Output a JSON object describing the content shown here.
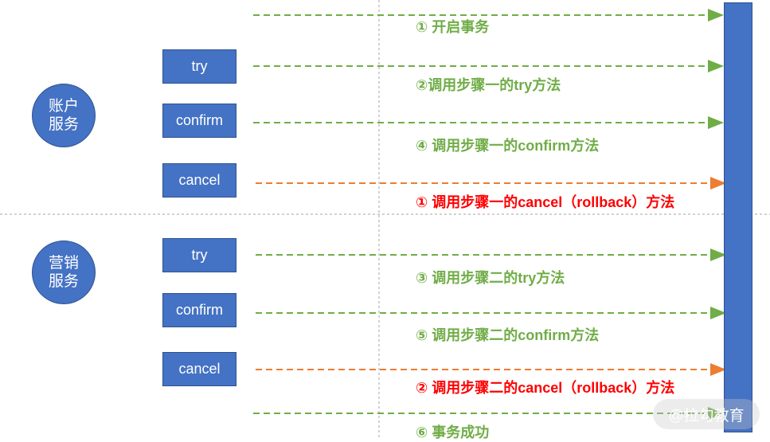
{
  "services": [
    {
      "name": "账户服务"
    },
    {
      "name": "营销服务"
    }
  ],
  "account_buttons": {
    "try": "try",
    "confirm": "confirm",
    "cancel": "cancel"
  },
  "marketing_buttons": {
    "try": "try",
    "confirm": "confirm",
    "cancel": "cancel"
  },
  "steps": {
    "begin": "① 开启事务",
    "account_try": "②调用步骤一的try方法",
    "account_confirm": "④ 调用步骤一的confirm方法",
    "account_cancel": "① 调用步骤一的cancel（rollback）方法",
    "marketing_try": "③ 调用步骤二的try方法",
    "marketing_confirm": "⑤ 调用步骤二的confirm方法",
    "marketing_cancel": "② 调用步骤二的cancel（rollback）方法",
    "success": "⑥ 事务成功"
  },
  "colors": {
    "blue": "#4472c4",
    "green_arrow": "#70ad47",
    "orange_arrow": "#ed7d31",
    "red_text": "#ff0000"
  },
  "watermark": "@拉勾教育"
}
